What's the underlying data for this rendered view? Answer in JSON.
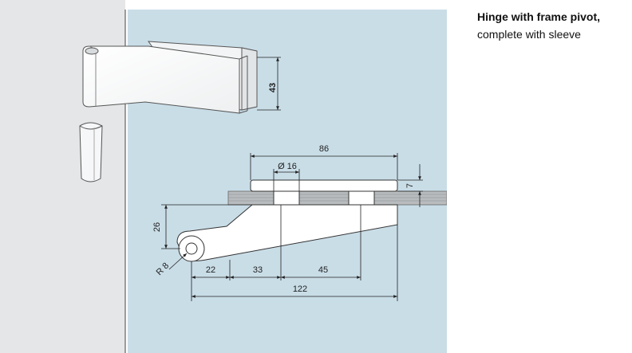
{
  "caption": {
    "title": "Hinge with frame pivot,",
    "subtitle": "complete with sleeve"
  },
  "dimensions": {
    "height_43": "43",
    "width_86": "86",
    "diameter_16": "Ø 16",
    "thickness_7": "7",
    "height_26": "26",
    "radius_8": "R 8",
    "len_22": "22",
    "len_33": "33",
    "len_45": "45",
    "len_122": "122"
  },
  "colors": {
    "glass": "#c9dde7",
    "wall": "#e4e6e7",
    "line": "#222222"
  }
}
